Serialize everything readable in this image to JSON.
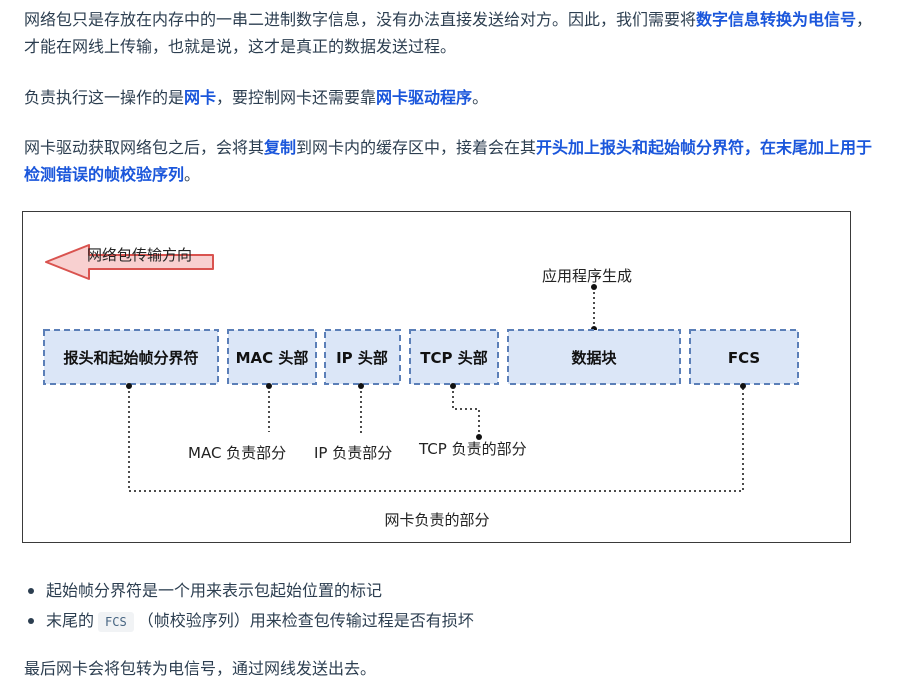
{
  "p1": {
    "t1": "网络包只是存放在内存中的一串二进制数字信息，没有办法直接发送给对方。因此，我们需要将",
    "em1": "数字信息转换为电信号",
    "t2": "，才能在网线上传输，也就是说，这才是真正的数据发送过程。"
  },
  "p2": {
    "t1": "负责执行这一操作的是",
    "em1": "网卡",
    "t2": "，要控制网卡还需要靠",
    "em2": "网卡驱动程序",
    "t3": "。"
  },
  "p3": {
    "t1": "网卡驱动获取网络包之后，会将其",
    "em1": "复制",
    "t2": "到网卡内的缓存区中，接着会在其",
    "em2": "开头加上报头和起始帧分界符，在末尾加上用于检测错误的帧校验序列",
    "t3": "。"
  },
  "diagram": {
    "direction_label": "网络包传输方向",
    "app_label": "应用程序生成",
    "boxes": {
      "preamble": "报头和起始帧分界符",
      "mac": "MAC 头部",
      "ip": "IP 头部",
      "tcp": "TCP 头部",
      "data": "数据块",
      "fcs": "FCS"
    },
    "mac_part": "MAC 负责部分",
    "ip_part": "IP 负责部分",
    "tcp_part": "TCP 负责的部分",
    "nic_part": "网卡负责的部分",
    "colors": {
      "box_fill": "#dbe6f7",
      "box_stroke": "#5b7fb8",
      "arrow_fill": "#f8d0d0",
      "arrow_stroke": "#d9534f"
    }
  },
  "bullets": {
    "b1": "起始帧分界符是一个用来表示包起始位置的标记",
    "b2_pre": "末尾的",
    "b2_code": "FCS",
    "b2_post": "（帧校验序列）用来检查包传输过程是否有损坏"
  },
  "final": "最后网卡会将包转为电信号，通过网线发送出去。"
}
